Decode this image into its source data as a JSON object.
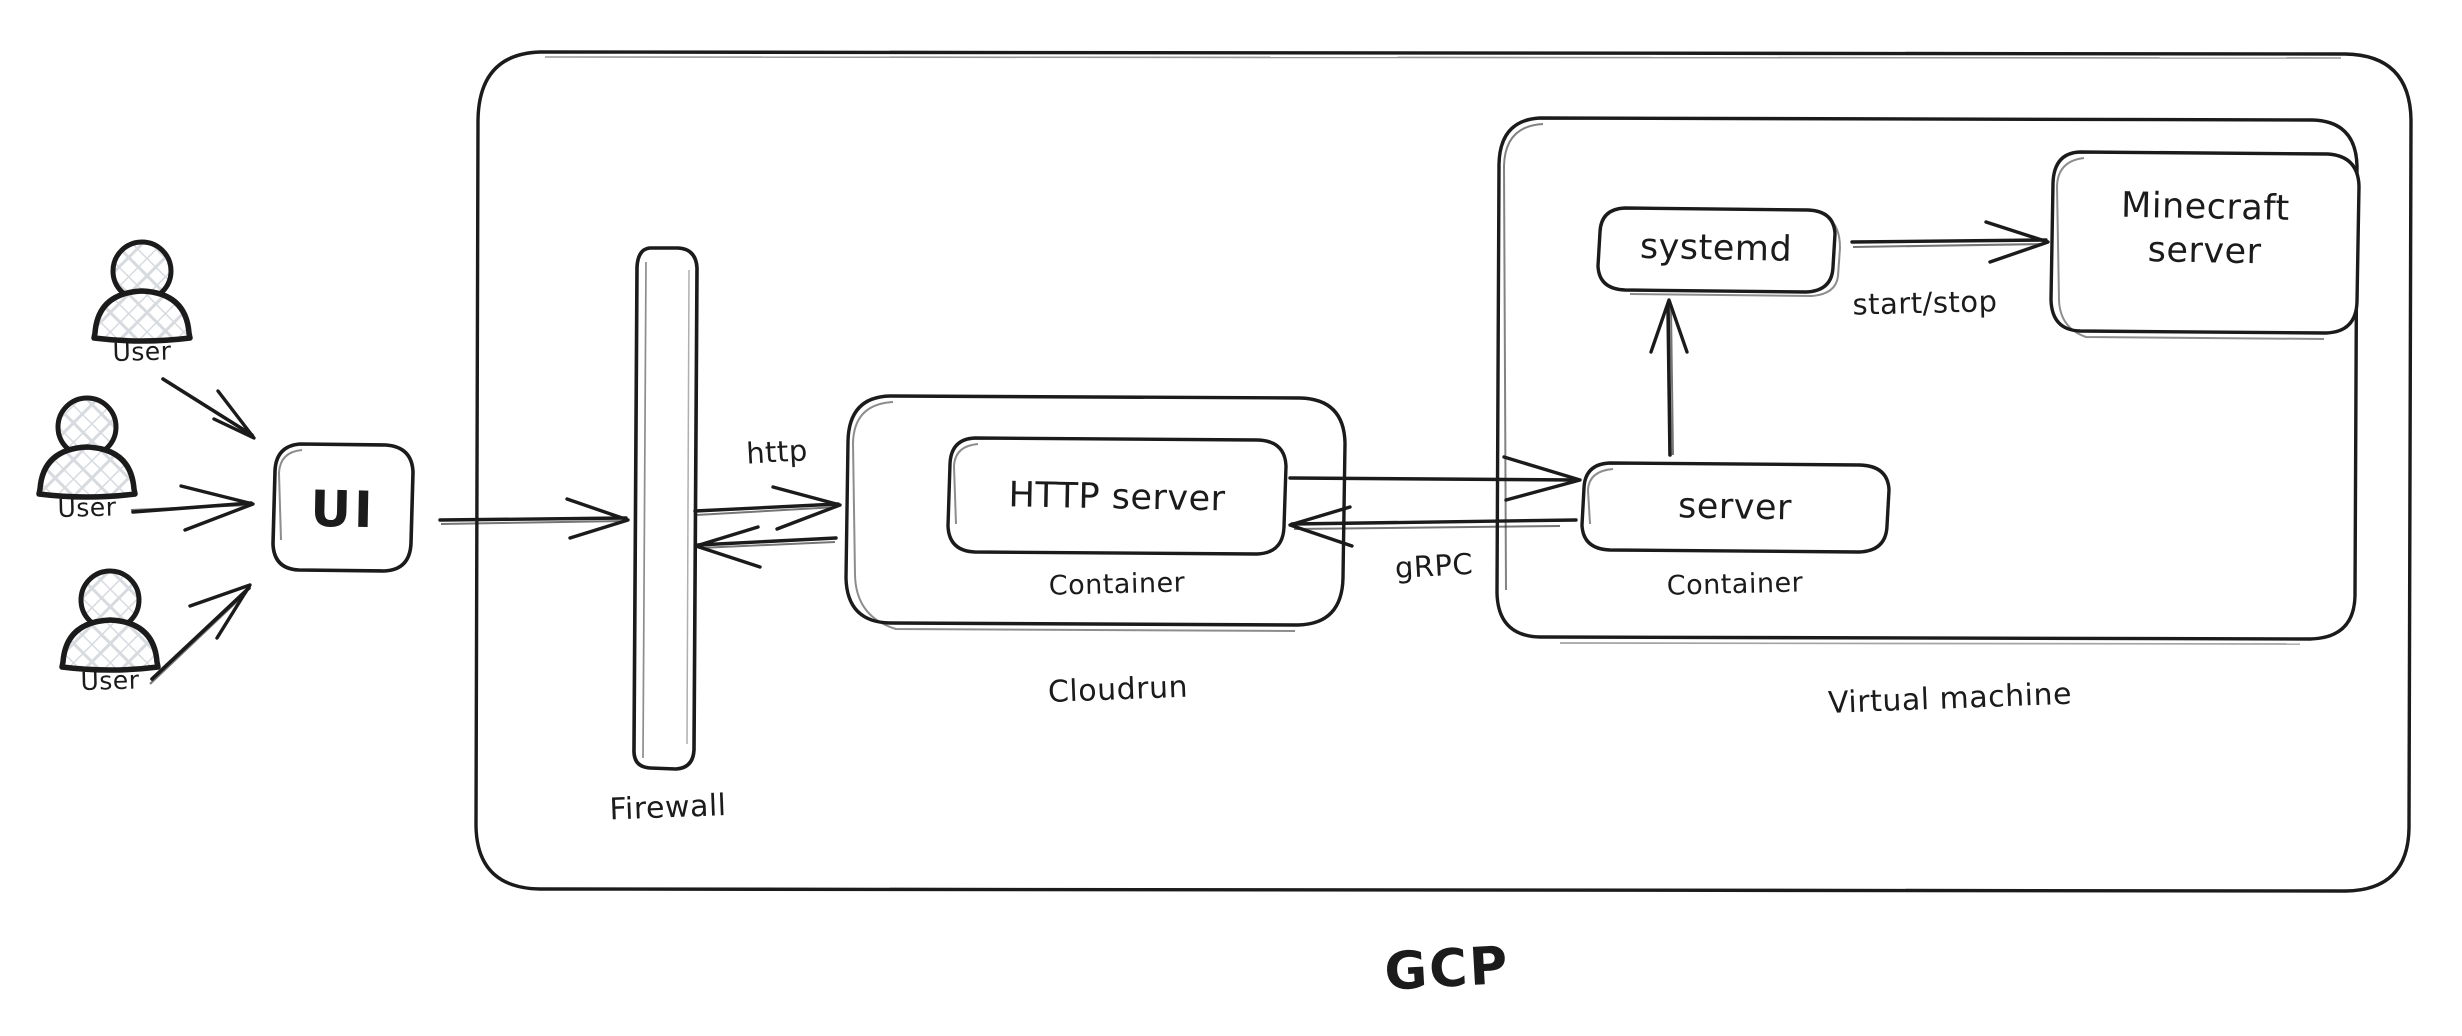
{
  "diagram": {
    "title": "GCP",
    "actors": [
      {
        "label": "User",
        "icon": "user-icon"
      },
      {
        "label": "User",
        "icon": "user-icon"
      },
      {
        "label": "User",
        "icon": "user-icon"
      }
    ],
    "nodes": {
      "ui": "UI",
      "firewall": "Firewall",
      "http_server": "HTTP server",
      "cloudrun_container": "Container",
      "cloudrun": "Cloudrun",
      "server": "server",
      "vm_container": "Container",
      "systemd": "systemd",
      "minecraft_line1": "Minecraft",
      "minecraft_line2": "server",
      "virtual_machine": "Virtual machine"
    },
    "edges": {
      "http": "http",
      "grpc": "gRPC",
      "start_stop": "start/stop"
    },
    "colors": {
      "stroke": "#1b1b1b",
      "fill": "#ffffff",
      "hatch": "#d7dbe0",
      "background": "#ffffff"
    }
  }
}
